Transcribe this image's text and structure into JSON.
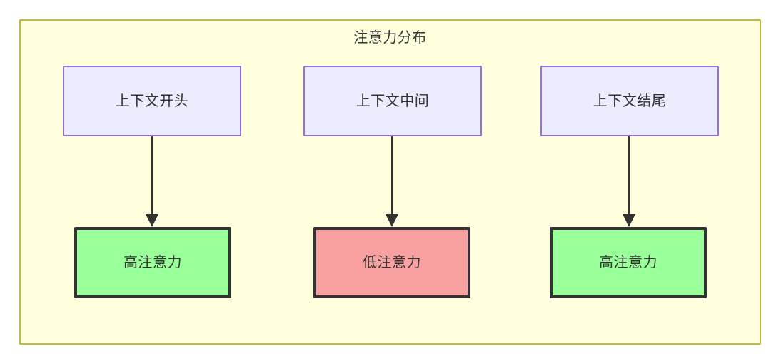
{
  "diagram": {
    "title": "注意力分布",
    "container": {
      "fill_color": "#ffffde",
      "border_color": "#bfbf2a"
    },
    "context_nodes": [
      {
        "id": "context-start",
        "label": "上下文开头",
        "fill_color": "#ececff",
        "border_color": "#9370db"
      },
      {
        "id": "context-middle",
        "label": "上下文中间",
        "fill_color": "#ececff",
        "border_color": "#9370db"
      },
      {
        "id": "context-end",
        "label": "上下文结尾",
        "fill_color": "#ececff",
        "border_color": "#9370db"
      }
    ],
    "attention_nodes": [
      {
        "id": "attention-high-start",
        "label": "高注意力",
        "fill_color": "#99ff99",
        "border_color": "#333333"
      },
      {
        "id": "attention-low-middle",
        "label": "低注意力",
        "fill_color": "#f9a0a0",
        "border_color": "#333333"
      },
      {
        "id": "attention-high-end",
        "label": "高注意力",
        "fill_color": "#99ff99",
        "border_color": "#333333"
      }
    ],
    "edges": [
      {
        "from": "context-start",
        "to": "attention-high-start",
        "label": ""
      },
      {
        "from": "context-middle",
        "to": "attention-low-middle",
        "label": ""
      },
      {
        "from": "context-end",
        "to": "attention-high-end",
        "label": ""
      }
    ]
  }
}
